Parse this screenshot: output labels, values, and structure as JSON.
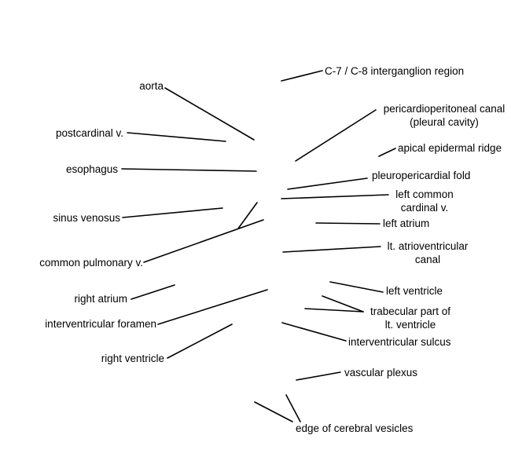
{
  "labels": {
    "aorta": "aorta",
    "postcardinal": "postcardinal v.",
    "esophagus": "esophagus",
    "sinus_venosus": "sinus venosus",
    "common_pulmonary": "common pulmonary v.",
    "right_atrium": "right atrium",
    "interventricular_foramen": "interventricular foramen",
    "right_ventricle": "right ventricle",
    "c7_c8": "C-7 / C-8 interganglion region",
    "pericardio_l1": "pericardioperitoneal canal",
    "pericardio_l2": "(pleural cavity)",
    "apical_ridge": "apical epidermal ridge",
    "pleuropericardial": "pleuropericardial fold",
    "left_common_l1": "left common",
    "left_common_l2": "cardinal v.",
    "left_atrium": "left atrium",
    "lt_av_l1": "lt. atrioventricular",
    "lt_av_l2": "canal",
    "left_ventricle": "left ventricle",
    "trabecular_l1": "trabecular part of",
    "trabecular_l2": "lt. ventricle",
    "interventricular_sulcus": "interventricular sulcus",
    "vascular_plexus": "vascular plexus",
    "cerebral_vesicles": "edge of cerebral vesicles"
  }
}
